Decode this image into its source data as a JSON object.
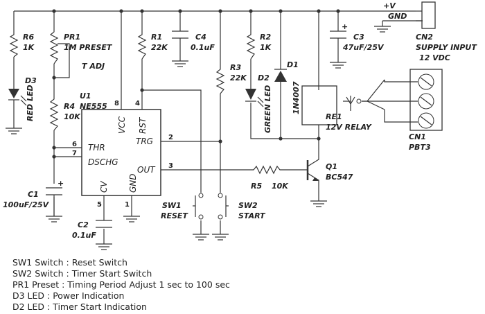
{
  "supply": {
    "plus": "+V",
    "gnd": "GND"
  },
  "components": {
    "r6": {
      "ref": "R6",
      "value": "1K"
    },
    "pr1": {
      "ref": "PR1",
      "value": "1M PRESET",
      "note": "T ADJ"
    },
    "r1": {
      "ref": "R1",
      "value": "22K"
    },
    "c4": {
      "ref": "C4",
      "value": "0.1uF"
    },
    "r2": {
      "ref": "R2",
      "value": "1K"
    },
    "c3": {
      "ref": "C3",
      "value": "47uF/25V",
      "pol": "+"
    },
    "cn2": {
      "ref": "CN2",
      "value": "SUPPLY INPUT",
      "value2": "12 VDC"
    },
    "d3": {
      "ref": "D3",
      "value": "RED LED"
    },
    "u1": {
      "ref": "U1",
      "value": "NE555"
    },
    "r4": {
      "ref": "R4",
      "value": "10K"
    },
    "r3": {
      "ref": "R3",
      "value": "22K"
    },
    "d2": {
      "ref": "D2",
      "value": "GREEN LED"
    },
    "d1": {
      "ref": "D1",
      "value": "1N4007"
    },
    "re1": {
      "ref": "RE1",
      "value": "12V RELAY"
    },
    "cn1": {
      "ref": "CN1",
      "value": "PBT3"
    },
    "q1": {
      "ref": "Q1",
      "value": "BC547"
    },
    "r5": {
      "ref": "R5",
      "value": "10K"
    },
    "c1": {
      "ref": "C1",
      "value": "100uF/25V",
      "pol": "+"
    },
    "c2": {
      "ref": "C2",
      "value": "0.1uF"
    },
    "sw1": {
      "ref": "SW1",
      "value": "RESET"
    },
    "sw2": {
      "ref": "SW2",
      "value": "START"
    }
  },
  "ic_pins": {
    "vcc": "VCC",
    "rst": "RST",
    "trg": "TRG",
    "thr": "THR",
    "dschg": "DSCHG",
    "out": "OUT",
    "cv": "CV",
    "gnd": "GND",
    "n8": "8",
    "n4": "4",
    "n2": "2",
    "n6": "6",
    "n7": "7",
    "n3": "3",
    "n5": "5",
    "n1": "1"
  },
  "legend": [
    "SW1 Switch : Reset Switch",
    "SW2 Switch : Timer Start Switch",
    "PR1 Preset : Timing Period Adjust 1 sec to 100 sec",
    "D3 LED : Power Indication",
    "D2 LED : Timer Start Indication"
  ]
}
